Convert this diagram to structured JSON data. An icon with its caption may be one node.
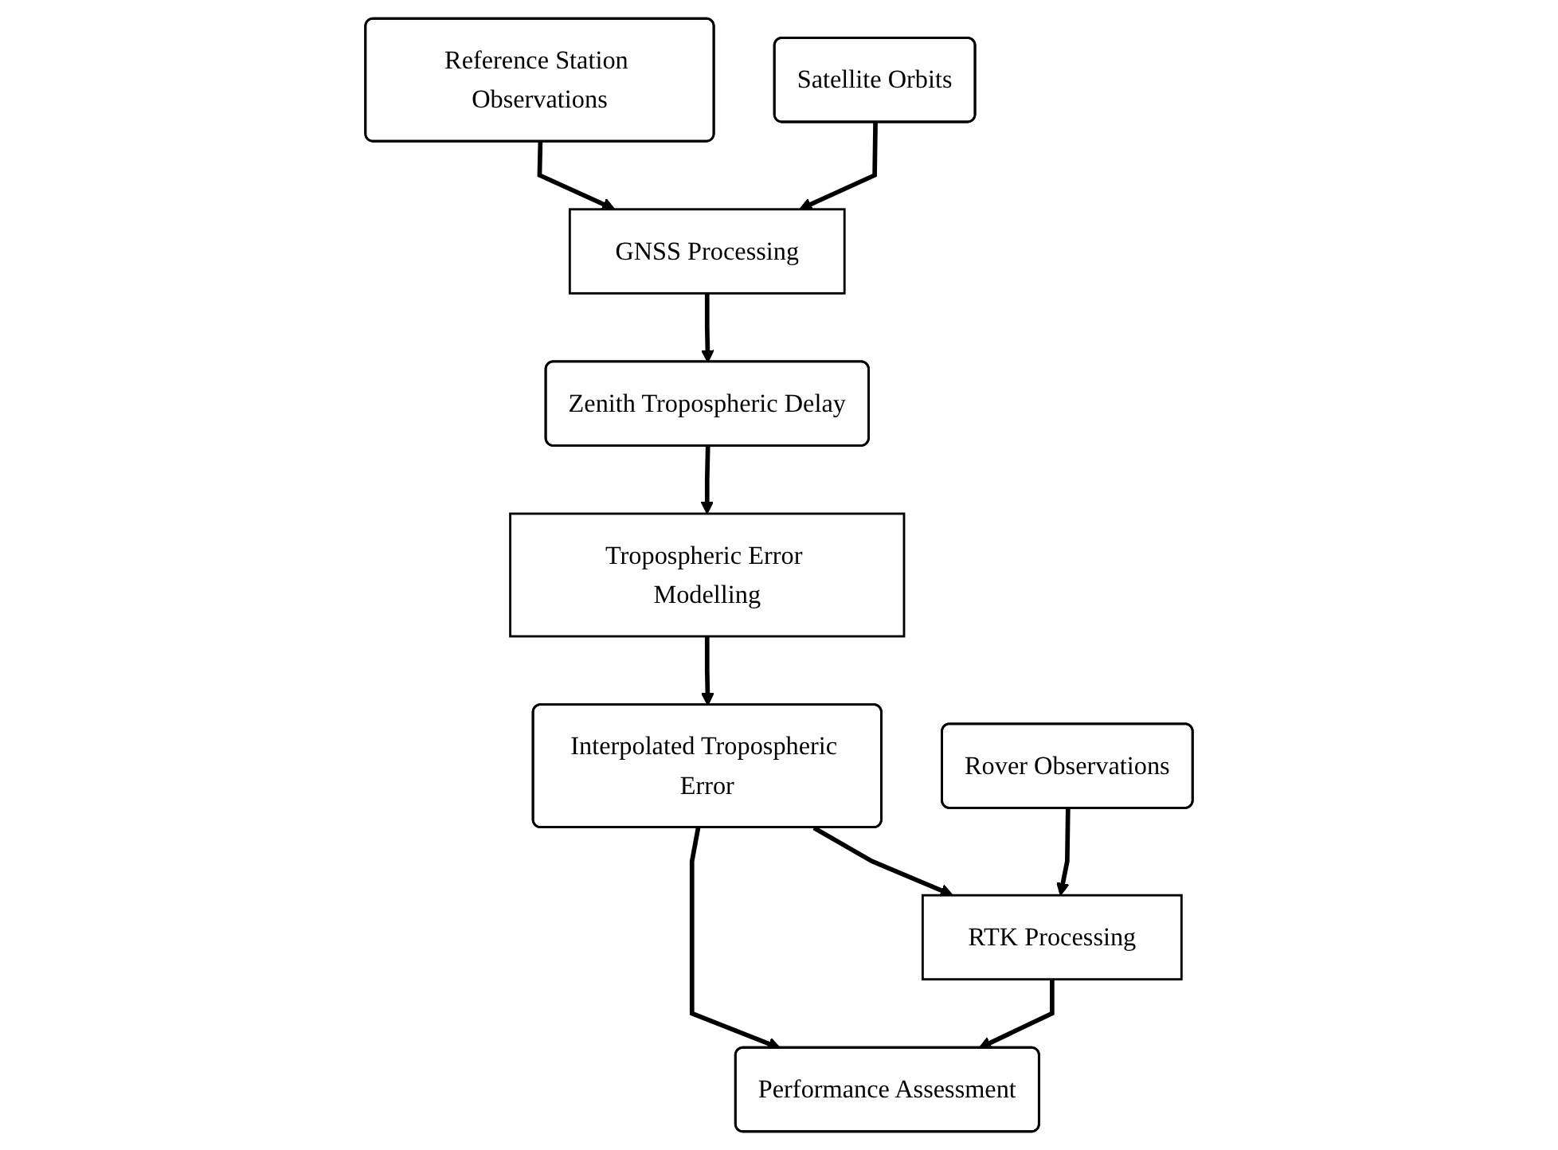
{
  "diagram": {
    "nodes": [
      {
        "text": [
          "Reference Station Observations"
        ]
      },
      {
        "text": [
          "Satellite Orbits"
        ]
      },
      {
        "text": [
          "GNSS Processing"
        ]
      },
      {
        "text": [
          "Zenith Tropospheric Delay"
        ]
      },
      {
        "text": [
          "Tropospheric Error Modelling"
        ]
      },
      {
        "text": [
          "Interpolated Tropospheric Error"
        ]
      },
      {
        "text": [
          "Performance Assessment"
        ]
      },
      {
        "text": [
          "Rover Observations"
        ]
      },
      {
        "text": [
          "RTK Processing"
        ]
      }
    ],
    "edges": [
      {
        "from": 0,
        "to": 2,
        "arrow": "to"
      },
      {
        "from": 1,
        "to": 2,
        "arrow": "to"
      },
      {
        "from": 2,
        "to": 3,
        "arrow": "to"
      },
      {
        "from": 3,
        "to": 4,
        "arrow": "to"
      },
      {
        "from": 4,
        "to": 5,
        "arrow": "to"
      },
      {
        "from": 5,
        "to": 8,
        "arrow": "to"
      },
      {
        "from": 7,
        "to": 8,
        "arrow": "to"
      },
      {
        "from": 5,
        "to": 6,
        "arrow": "to"
      },
      {
        "from": 8,
        "to": 6,
        "arrow": "to"
      }
    ]
  }
}
